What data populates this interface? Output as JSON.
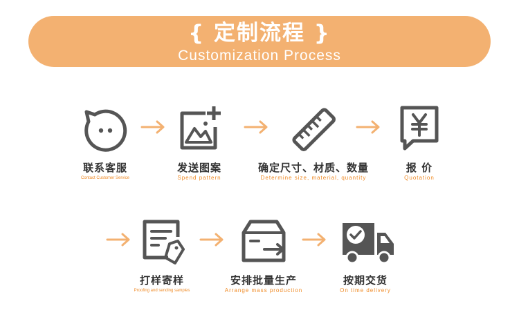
{
  "banner": {
    "title": "{ 定制流程 }",
    "subtitle": "Customization Process",
    "color": "#f3b171"
  },
  "accent_color": "#ef8a25",
  "steps": [
    {
      "label": "联系客服",
      "en": "Contact Customer Service",
      "icon": "chat-face-icon"
    },
    {
      "label": "发送图案",
      "en": "Spend pattern",
      "icon": "image-add-icon"
    },
    {
      "label": "确定尺寸、材质、数量",
      "en": "Determine size, material, quantity",
      "icon": "ruler-icon"
    },
    {
      "label": "报 价",
      "en": "Quotation",
      "icon": "yen-quote-icon"
    },
    {
      "label": "打样寄样",
      "en": "Proofing and sending samples",
      "icon": "sample-tag-icon"
    },
    {
      "label": "安排批量生产",
      "en": "Arrange mass production",
      "icon": "production-box-icon"
    },
    {
      "label": "按期交货",
      "en": "On time delivery",
      "icon": "delivery-truck-icon"
    }
  ]
}
